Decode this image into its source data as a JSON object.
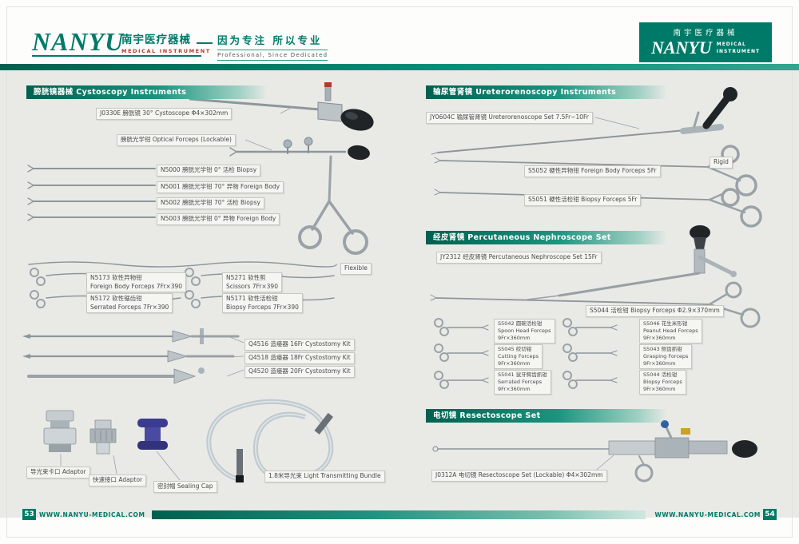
{
  "brand": {
    "name": "NANYU",
    "cn": "南宇医疗器械",
    "sub": "MEDICAL INSTRUMENT",
    "tagline_cn": "因为专注 所以专业",
    "tagline_en": "Professional, Since Dedicated",
    "right_cn": "南宇医疗器械",
    "right_name": "NANYU",
    "right_sub1": "MEDICAL",
    "right_sub2": "INSTRUMENT"
  },
  "colors": {
    "teal": "#007a68",
    "teal_dark": "#00604f",
    "red_accent": "#b03a2e",
    "page_bg": "#e9eae6",
    "label_bg": "#f5f5f2",
    "metal_gray": "#9aa2a7"
  },
  "sections": {
    "cystoscopy": {
      "title": "膀胱镜器械 Cystoscopy Instruments",
      "labels": {
        "scope": "J0330E 膀胱镜 30°  Cystoscope  Φ4×302mm",
        "optical": "膀胱光学钳 Optical Forceps (Lockable)",
        "n5000": "N5000 膀胱光学钳 0°  活检 Biopsy",
        "n5001": "N5001 膀胱光学钳 70° 异物 Foreign Body",
        "n5002": "N5002 膀胱光学钳 70° 活检 Biopsy",
        "n5003": "N5003 膀胱光学钳 0°  异物 Foreign Body",
        "flexible_tag": "Flexible",
        "n5173": [
          "N5173 软性异物钳",
          "Foreign Body Forceps 7Fr×390"
        ],
        "n5271": [
          "N5271 软性剪",
          "Scissors 7Fr×390"
        ],
        "n5172": [
          "N5172 软性锯齿钳",
          "Serrated Forceps 7Fr×390"
        ],
        "n5171": [
          "N5171 软性活检钳",
          "Biopsy Forceps 7Fr×390"
        ],
        "q4516": "Q4516 造瘘器 16Fr Cystostomy Kit",
        "q4518": "Q4518 造瘘器 18Fr Cystostomy Kit",
        "q4520": "Q4520 造瘘器 20Fr Cystostomy Kit",
        "adaptor_bayonet": "导光束卡口 Adaptor",
        "adaptor_quick": "快速接口 Adaptor",
        "sealing_cap": "密封帽 Sealing Cap",
        "light_bundle": "1.8米导光束  Light Transmitting Bundle"
      }
    },
    "uretero": {
      "title": "输尿管肾镜 Ureterorenoscopy Instruments",
      "labels": {
        "scope": "JY0604C 输尿管肾镜 Ureterorenoscope Set 7.5Fr~10Fr",
        "rigid_tag": "Rigid",
        "s5052": "S5052 硬性异物钳 Foreign Body Forceps 5Fr",
        "s5051": "S5051 硬性活检钳 Biopsy Forceps 5Fr"
      }
    },
    "nephro": {
      "title": "经皮肾镜 Percutaneous Nephroscope Set",
      "labels": {
        "scope": "JY2312 经皮肾镜 Percutaneous Nephroscope Set 15Fr",
        "s5044_long": "S5044 活检钳 Biopsy Forceps Φ2.9×370mm",
        "s5042": [
          "S5042 圆碗活检钳",
          "Spoon Head Forceps",
          "9Fr×360mm"
        ],
        "s5046": [
          "S5046 花生米形钳",
          "Peanut Head Forceps",
          "9Fr×360mm"
        ],
        "s5045": [
          "S5045 绞切钳",
          "Cutting Forceps",
          "9Fr×360mm"
        ],
        "s5043": [
          "S5043 侧齿抓钳",
          "Grasping Forceps",
          "9Fr×360mm"
        ],
        "s5041": [
          "S5041 鼠牙鳄齿抓钳",
          "Serrated Forceps",
          "9Fr×360mm"
        ],
        "s5044_grid": [
          "S5044 活检钳",
          "Biopsy Forceps",
          "9Fr×360mm"
        ]
      }
    },
    "resecto": {
      "title": "电切镜  Resectoscope Set",
      "labels": {
        "scope": "J0312A 电切镜 Resectoscope Set (Lockable)  Φ4×302mm"
      }
    }
  },
  "footer": {
    "left_page": "53",
    "right_page": "54",
    "site_left": "WWW.NANYU-MEDICAL.COM",
    "site_right": "WWW.NANYU-MEDICAL.COM"
  }
}
